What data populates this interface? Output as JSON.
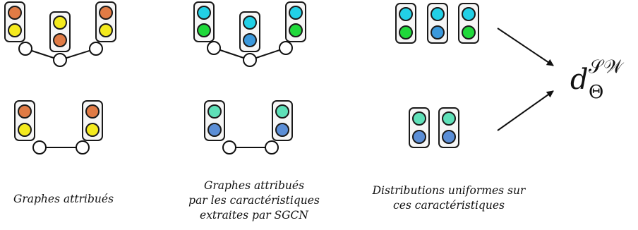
{
  "colors": {
    "orange": "#e07b45",
    "yellow": "#f4ea1e",
    "cyan": "#22d0e6",
    "green": "#1fd83a",
    "blue": "#3b99dc",
    "teal": "#5ee0b8",
    "steel_blue": "#5b8ed6",
    "outline": "#1a1a1a",
    "box_fill": "#f6f6f6"
  },
  "captions": {
    "col1": [
      "Graphes attribués"
    ],
    "col2": [
      "Graphes attribués",
      "par les caractéristiques",
      "extraites par SGCN"
    ],
    "col3": [
      "Distributions uniformes sur",
      "ces caractéristiques"
    ]
  },
  "formula": {
    "base": "d",
    "superscript": "𝒮𝒲",
    "subscript": "Θ"
  }
}
